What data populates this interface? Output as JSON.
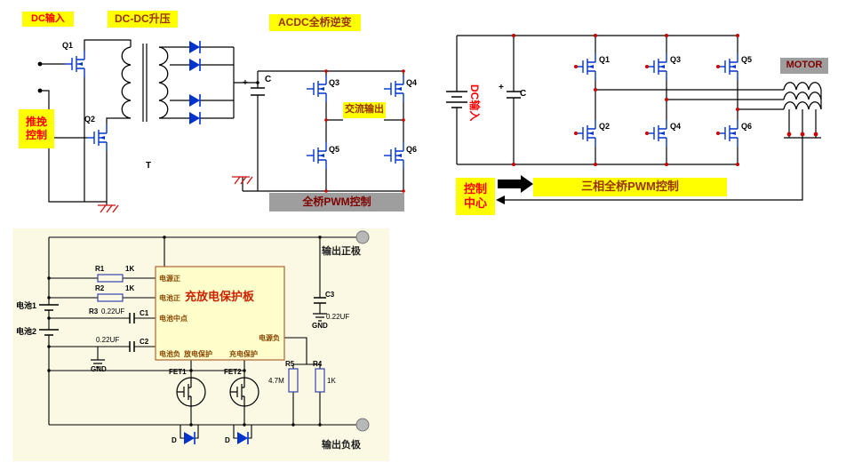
{
  "colors": {
    "callout_yellow": "#ffff00",
    "callout_gray": "#9e9e9e",
    "red_text": "#ff0000",
    "dark_red_text": "#993300",
    "maroon_text": "#800000",
    "component_blue": "#0033cc",
    "wire_black": "#000000",
    "board_fill": "#ffffcc",
    "panel3_bg": "#fbf8e4"
  },
  "d1": {
    "title_note": "push-pull boost + full-bridge inverter schematic",
    "dc_input": "DC输入",
    "boost": "DC-DC升压",
    "inverter": "ACDC全桥逆变",
    "push_pull": [
      "推挽",
      "控制"
    ],
    "ac_output": "交流输出",
    "pwm": "全桥PWM控制",
    "q1": "Q1",
    "q2": "Q2",
    "q3": "Q3",
    "q4": "Q4",
    "q5": "Q5",
    "q6": "Q6",
    "transformer": "T",
    "cap_plus": "+",
    "cap": "C"
  },
  "d2": {
    "title_note": "three-phase motor drive schematic",
    "dc_input": "DC输入",
    "cap_plus": "+",
    "cap": "C",
    "q1": "Q1",
    "q2": "Q2",
    "q3": "Q3",
    "q4": "Q4",
    "q5": "Q5",
    "q6": "Q6",
    "motor": "MOTOR",
    "control_center": [
      "控制",
      "中心"
    ],
    "pwm": "三相全桥PWM控制"
  },
  "d3": {
    "title_note": "battery charge/discharge protection board schematic",
    "out_pos": "输出正极",
    "out_neg": "输出负极",
    "bat1": "电池1",
    "bat2": "电池2",
    "board_title": "充放电保护板",
    "pins": {
      "vcc": "电源正",
      "bat_pos": "电池正",
      "bat_mid": "电池中点",
      "bat_neg": "电池负",
      "discharge": "放电保护",
      "charge": "充电保护",
      "vss": "电源负"
    },
    "r1": "R1",
    "r1_val": "1K",
    "r2": "R2",
    "r2_val": "1K",
    "r3": "R3",
    "r3_val": "0.22UF",
    "c1": "C1",
    "c2_val": "0.22UF",
    "c2": "C2",
    "c3": "C3",
    "c3_val": "0.22UF",
    "gnd": "GND",
    "fet1": "FET1",
    "fet2": "FET2",
    "r5": "R5",
    "r5_val": "4.7M",
    "r4": "R4",
    "r4_val": "1K",
    "d_label": "D"
  }
}
